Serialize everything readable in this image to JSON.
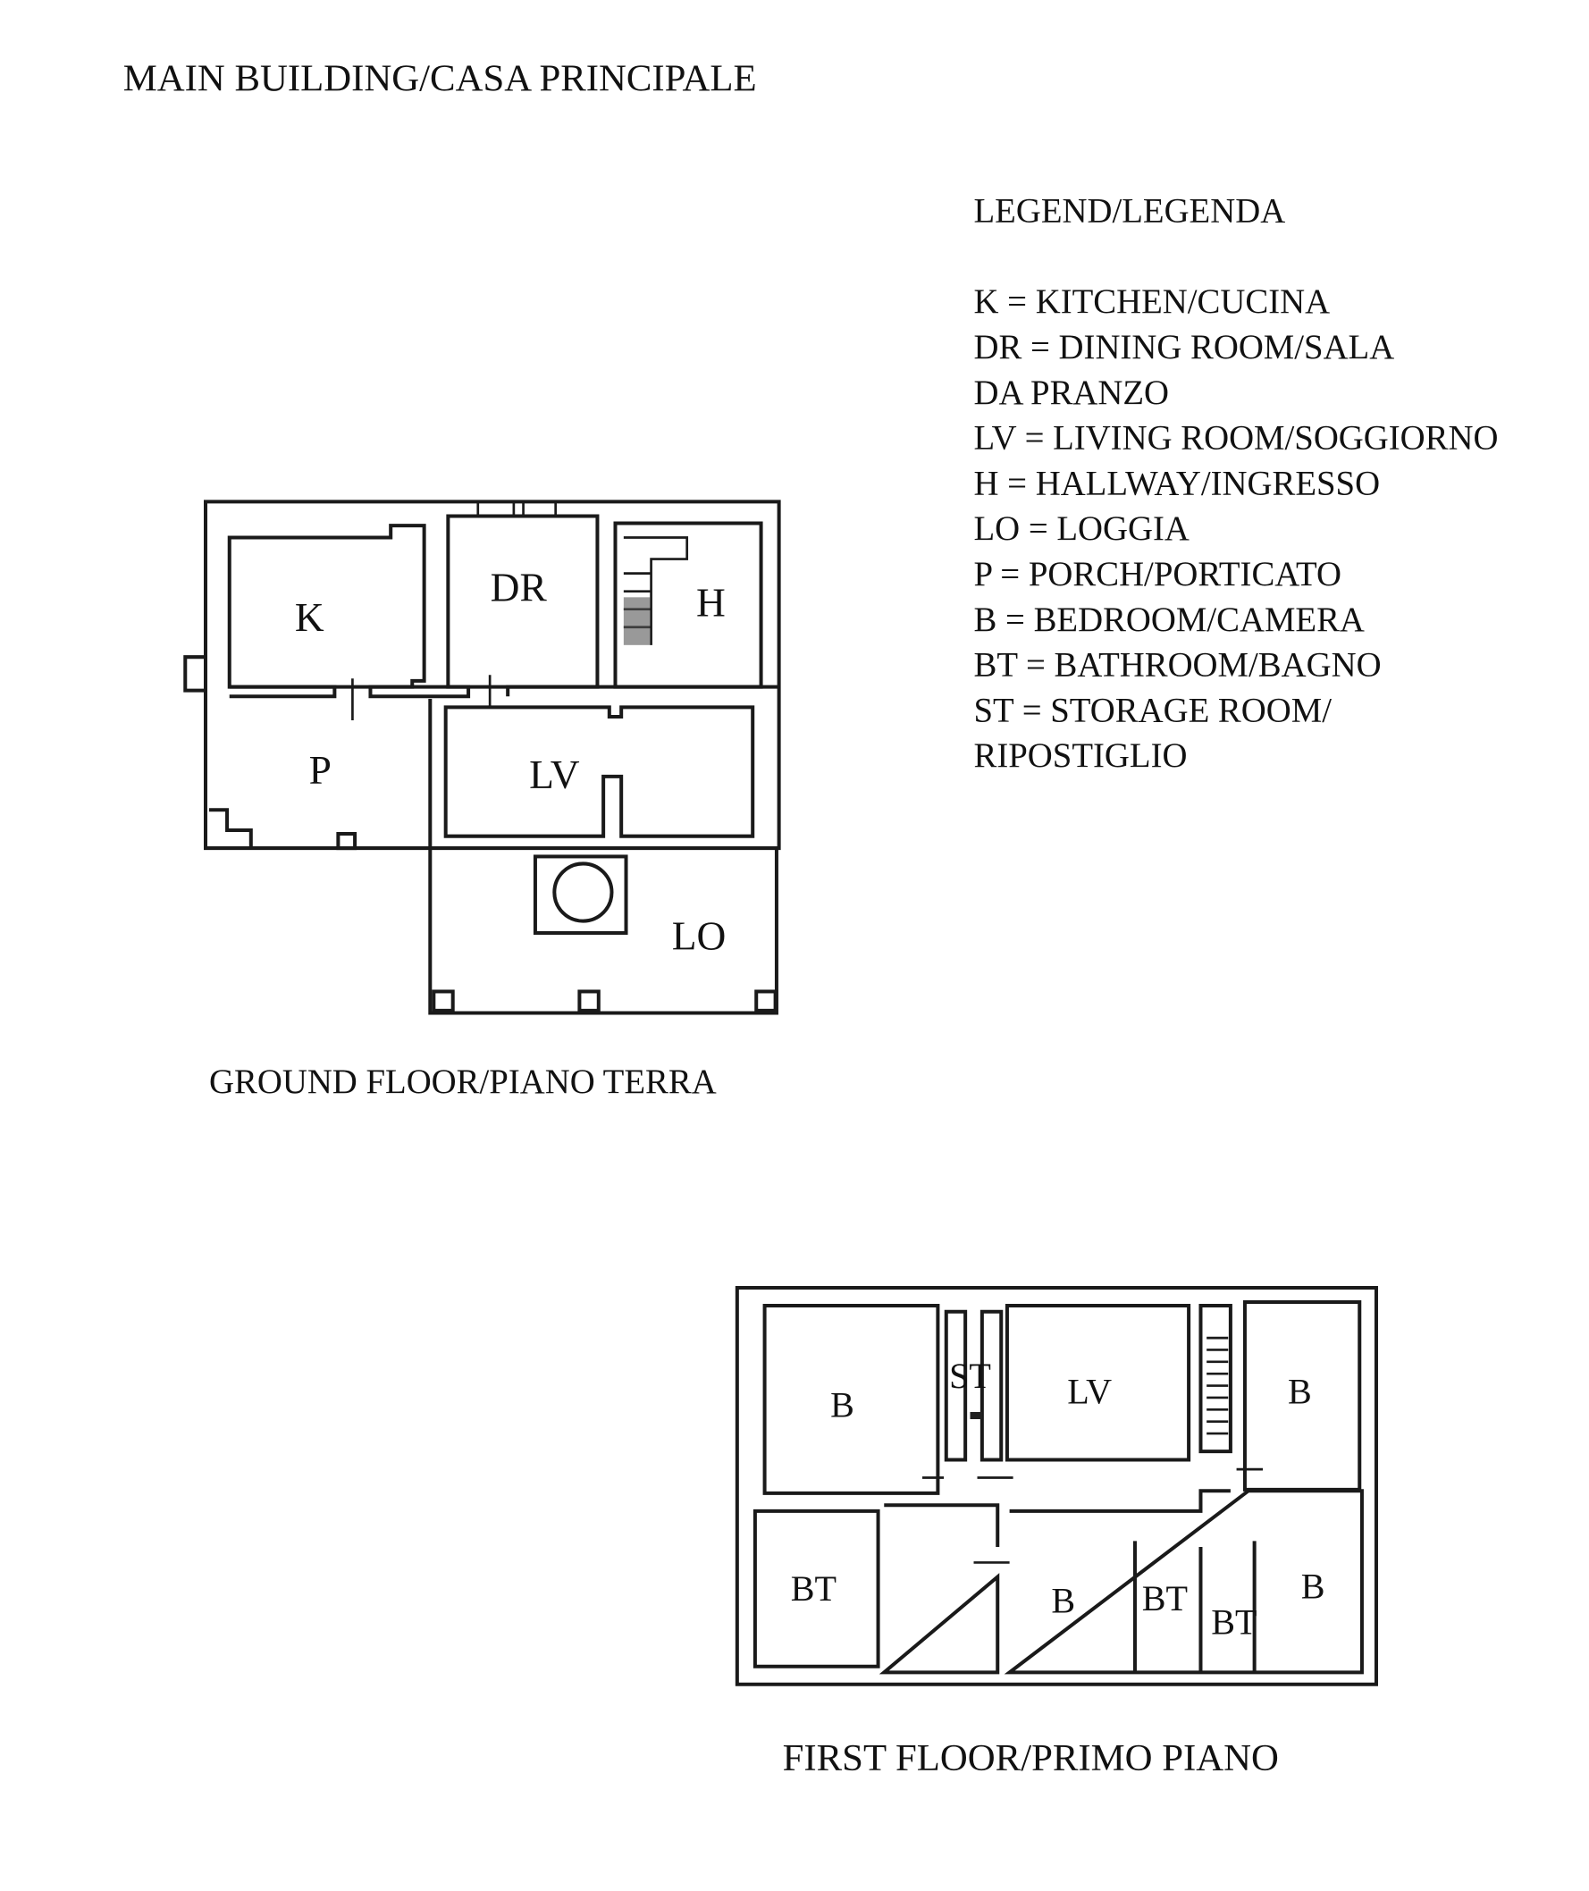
{
  "title": "MAIN BUILDING/CASA PRINCIPALE",
  "legend": {
    "heading": "LEGEND/LEGENDA",
    "lines": [
      "K = KITCHEN/CUCINA",
      "DR = DINING ROOM/SALA",
      "DA PRANZO",
      "LV = LIVING ROOM/SOGGIORNO",
      "H = HALLWAY/INGRESSO",
      "LO = LOGGIA",
      "P = PORCH/PORTICATO",
      "B = BEDROOM/CAMERA",
      "BT = BATHROOM/BAGNO",
      "ST = STORAGE ROOM/",
      "RIPOSTIGLIO"
    ]
  },
  "ground_floor": {
    "caption": "GROUND FLOOR/PIANO TERRA",
    "rooms": [
      "K",
      "DR",
      "H",
      "P",
      "LV",
      "LO"
    ]
  },
  "first_floor": {
    "caption": "FIRST FLOOR/PRIMO PIANO",
    "rooms": [
      "B",
      "ST",
      "LV",
      "B",
      "BT",
      "B",
      "BT",
      "BT",
      "B"
    ]
  }
}
